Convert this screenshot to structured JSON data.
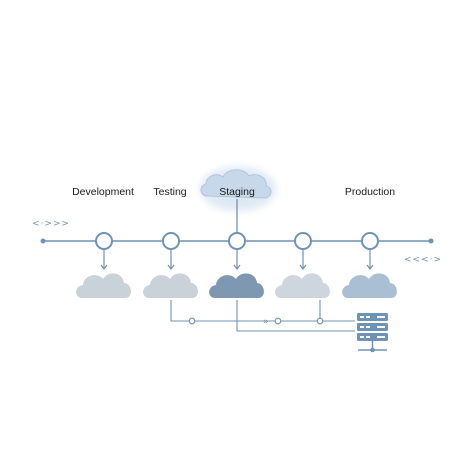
{
  "pipeline": {
    "stages": [
      {
        "label": "Development",
        "active": false
      },
      {
        "label": "Testing",
        "active": false
      },
      {
        "label": "Staging",
        "active": true
      },
      {
        "label": "",
        "active": false
      },
      {
        "label": "Production",
        "active": false
      }
    ]
  },
  "decor": {
    "left_arrows": "<·>>>",
    "right_arrows": "<<<·>",
    "connector_arrows": "»"
  },
  "icons": {
    "stage_node": "circle-node-icon",
    "stage_cloud": "cloud-icon",
    "server": "server-rack-icon"
  },
  "colors": {
    "line": "#6f93b6",
    "node_fill": "#ffffff",
    "cloud_light": "#c9d3dd",
    "cloud_active": "#7f9ab6",
    "cloud_production": "#a7bed5",
    "staging_glow": "#d7e4f1",
    "server": "#6f93b6",
    "text": "#1a1a1a"
  }
}
